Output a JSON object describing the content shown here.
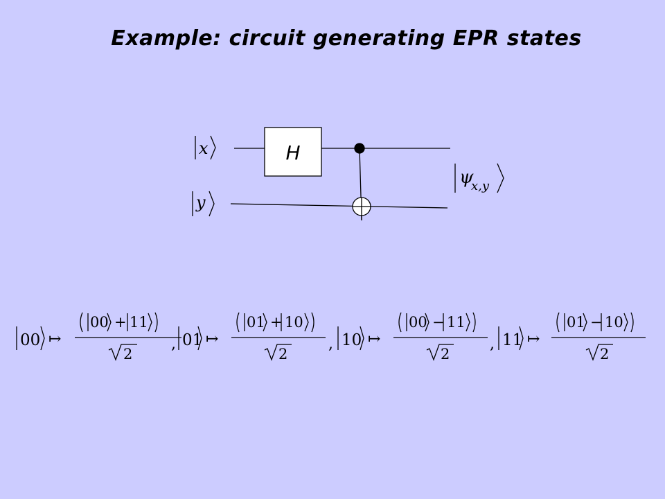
{
  "title": "Example: circuit generating EPR states",
  "circuit": {
    "input_x": "x",
    "input_y": "y",
    "gate_label": "H",
    "output_psi": "ψ",
    "output_subscript": "x,y"
  },
  "equation": {
    "maps": [
      {
        "input": "00",
        "ket_a": "00",
        "op": "+",
        "ket_b": "11",
        "denominator": "2"
      },
      {
        "input": "01",
        "ket_a": "01",
        "op": "+",
        "ket_b": "10",
        "denominator": "2"
      },
      {
        "input": "10",
        "ket_a": "00",
        "op": "−",
        "ket_b": "11",
        "denominator": "2"
      },
      {
        "input": "11",
        "ket_a": "01",
        "op": "−",
        "ket_b": "10",
        "denominator": "2"
      }
    ],
    "mapsto": "↦",
    "separator": ","
  }
}
